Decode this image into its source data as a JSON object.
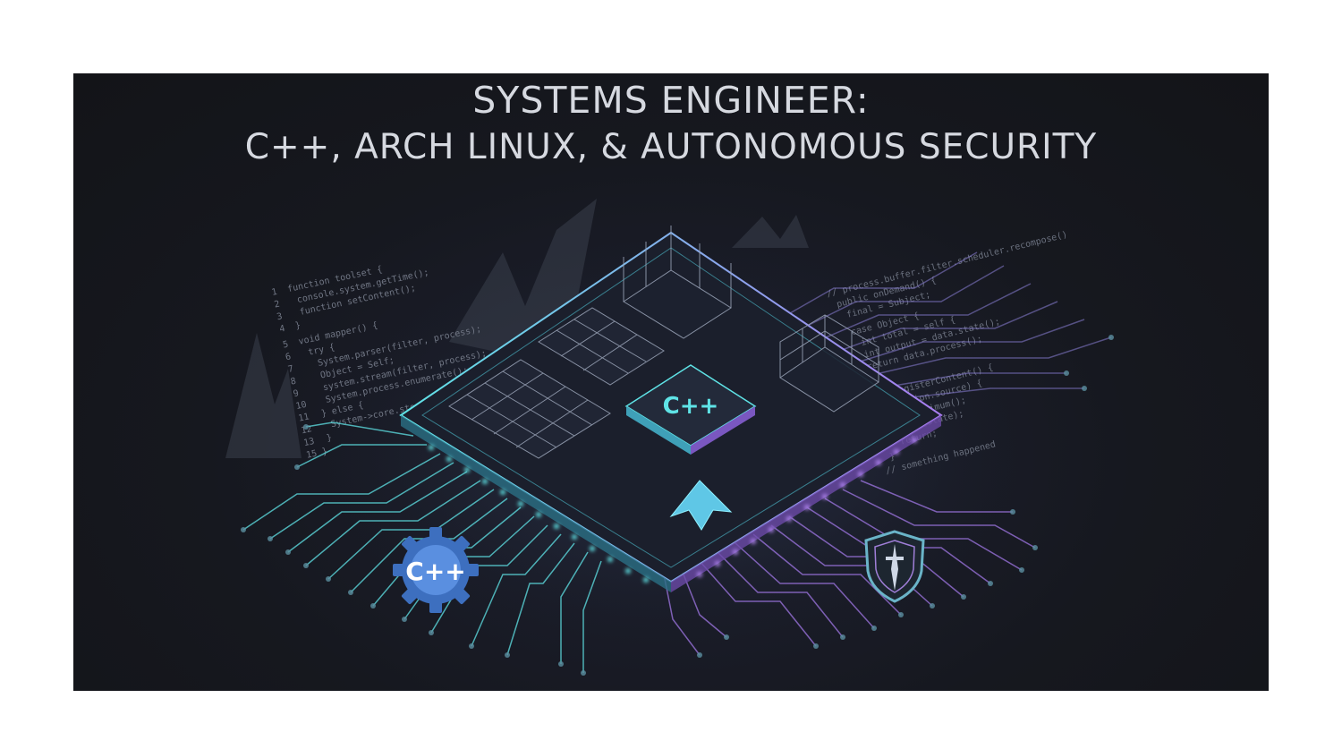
{
  "banner": {
    "title_line1": "SYSTEMS ENGINEER:",
    "title_line2": "C++, ARCH LINUX, & AUTONOMOUS SECURITY"
  },
  "logos": {
    "chip": "C++",
    "gear": "C++"
  },
  "icons": [
    "cpp-chip-icon",
    "arch-linux-icon",
    "cpp-gear-icon",
    "shield-dagger-icon"
  ],
  "colors": {
    "background": "#16181f",
    "title": "#d6d9e0",
    "cyan": "#5fe3e6",
    "purple": "#a87cf0"
  }
}
